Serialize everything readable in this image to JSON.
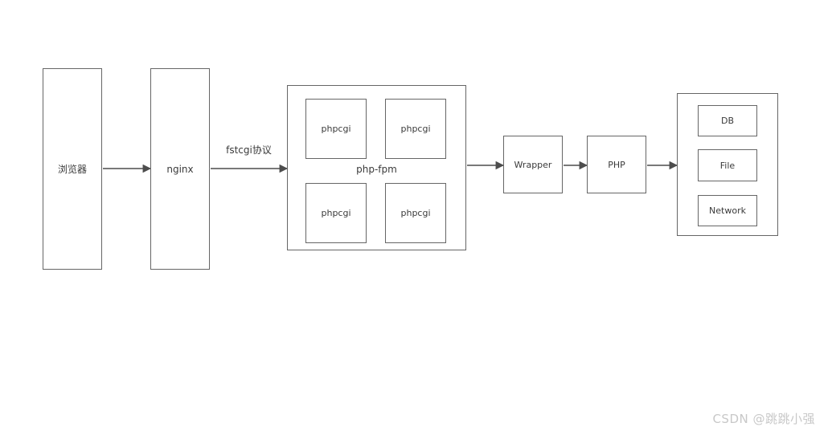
{
  "diagram": {
    "browser": {
      "label": "浏览器"
    },
    "nginx": {
      "label": "nginx"
    },
    "phpfpm": {
      "label": "php-fpm",
      "workers": [
        "phpcgi",
        "phpcgi",
        "phpcgi",
        "phpcgi"
      ]
    },
    "wrapper": {
      "label": "Wrapper"
    },
    "php": {
      "label": "PHP"
    },
    "resources": {
      "items": [
        "DB",
        "File",
        "Network"
      ]
    },
    "edge_labels": {
      "nginx_to_phpfpm": "fstcgi协议"
    },
    "colors": {
      "box_border": "#666666",
      "text": "#3a3a3a",
      "arrow": "#4d4d4d",
      "watermark": "#c8c8c8"
    }
  },
  "watermark": {
    "text": "CSDN @跳跳小强"
  }
}
